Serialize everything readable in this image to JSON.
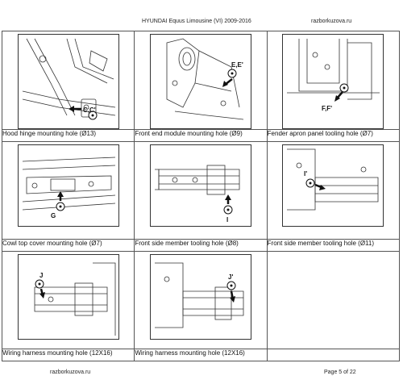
{
  "header": {
    "title": "HYUNDAI Equus Limousine (VI) 2009-2016",
    "site": "razborkuzova.ru"
  },
  "footer": {
    "site": "razborkuzova.ru",
    "page": "Page 5 of 22"
  },
  "rows": [
    [
      {
        "label": "C,C'",
        "caption": "Hood hinge mounting hole (Ø13)"
      },
      {
        "label": "E,E'",
        "caption": "Front end module mounting hole (Ø9)"
      },
      {
        "label": "F,F'",
        "caption": "Fender apron panel tooling hole (Ø7)"
      }
    ],
    [
      {
        "label": "G",
        "caption": "Cowl top cover mounting hole (Ø7)"
      },
      {
        "label": "I",
        "caption": "Front side member tooling hole (Ø8)"
      },
      {
        "label": "I'",
        "caption": "Front side member tooling hole (Ø11)"
      }
    ],
    [
      {
        "label": "J",
        "caption": "Wiring harness mounting hole (12X16)"
      },
      {
        "label": "J'",
        "caption": "Wiring harness mounting hole (12X16)"
      }
    ]
  ]
}
